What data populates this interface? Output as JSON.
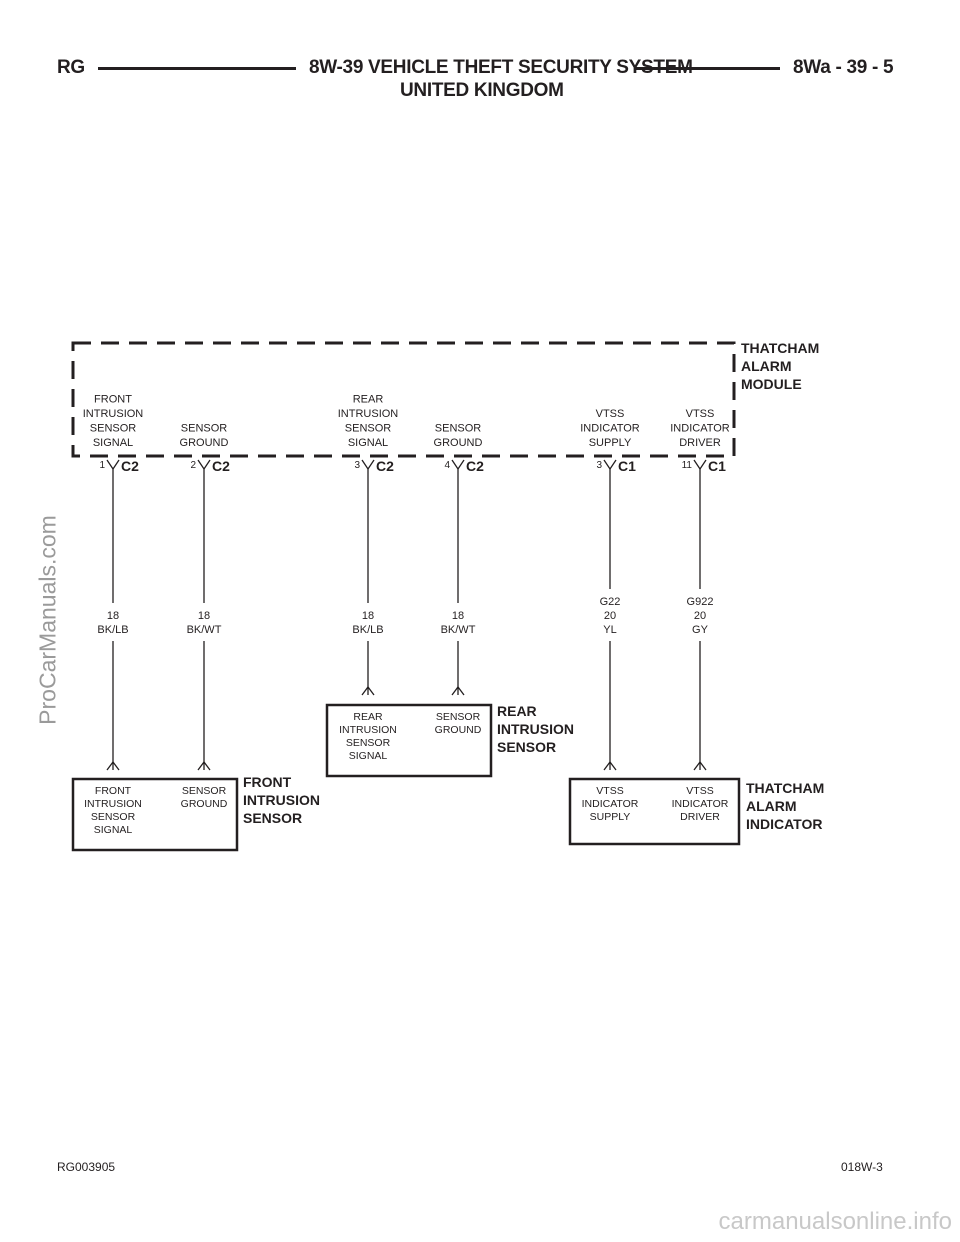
{
  "header": {
    "left": "RG",
    "title_line1": "8W-39 VEHICLE THEFT SECURITY SYSTEM",
    "title_line2": "UNITED KINGDOM",
    "right": "8Wa - 39 - 5"
  },
  "footer": {
    "left": "RG003905",
    "right": "018W-3"
  },
  "watermarks": {
    "side": "ProCarManuals.com",
    "bottom": "carmanualsonline.info"
  },
  "module": {
    "name": [
      "THATCHAM",
      "ALARM",
      "MODULE"
    ],
    "pins": [
      {
        "label": [
          "FRONT",
          "INTRUSION",
          "SENSOR",
          "SIGNAL"
        ],
        "pin": "1",
        "connector": "C2",
        "wire": [
          "18",
          "BK/LB"
        ]
      },
      {
        "label": [
          "SENSOR",
          "GROUND"
        ],
        "pin": "2",
        "connector": "C2",
        "wire": [
          "18",
          "BK/WT"
        ]
      },
      {
        "label": [
          "REAR",
          "INTRUSION",
          "SENSOR",
          "SIGNAL"
        ],
        "pin": "3",
        "connector": "C2",
        "wire": [
          "18",
          "BK/LB"
        ]
      },
      {
        "label": [
          "SENSOR",
          "GROUND"
        ],
        "pin": "4",
        "connector": "C2",
        "wire": [
          "18",
          "BK/WT"
        ]
      },
      {
        "label": [
          "VTSS",
          "INDICATOR",
          "SUPPLY"
        ],
        "pin": "3",
        "connector": "C1",
        "wire": [
          "G22",
          "20",
          "YL"
        ]
      },
      {
        "label": [
          "VTSS",
          "INDICATOR",
          "DRIVER"
        ],
        "pin": "11",
        "connector": "C1",
        "wire": [
          "G922",
          "20",
          "GY"
        ]
      }
    ]
  },
  "components": [
    {
      "name": [
        "FRONT",
        "INTRUSION",
        "SENSOR"
      ],
      "pins": [
        [
          "FRONT",
          "INTRUSION",
          "SENSOR",
          "SIGNAL"
        ],
        [
          "SENSOR",
          "GROUND"
        ]
      ]
    },
    {
      "name": [
        "REAR",
        "INTRUSION",
        "SENSOR"
      ],
      "pins": [
        [
          "REAR",
          "INTRUSION",
          "SENSOR",
          "SIGNAL"
        ],
        [
          "SENSOR",
          "GROUND"
        ]
      ]
    },
    {
      "name": [
        "THATCHAM",
        "ALARM",
        "INDICATOR"
      ],
      "pins": [
        [
          "VTSS",
          "INDICATOR",
          "SUPPLY"
        ],
        [
          "VTSS",
          "INDICATOR",
          "DRIVER"
        ]
      ]
    }
  ],
  "colors": {
    "ink": "#231f20",
    "watermark": "#9a9a9a"
  }
}
